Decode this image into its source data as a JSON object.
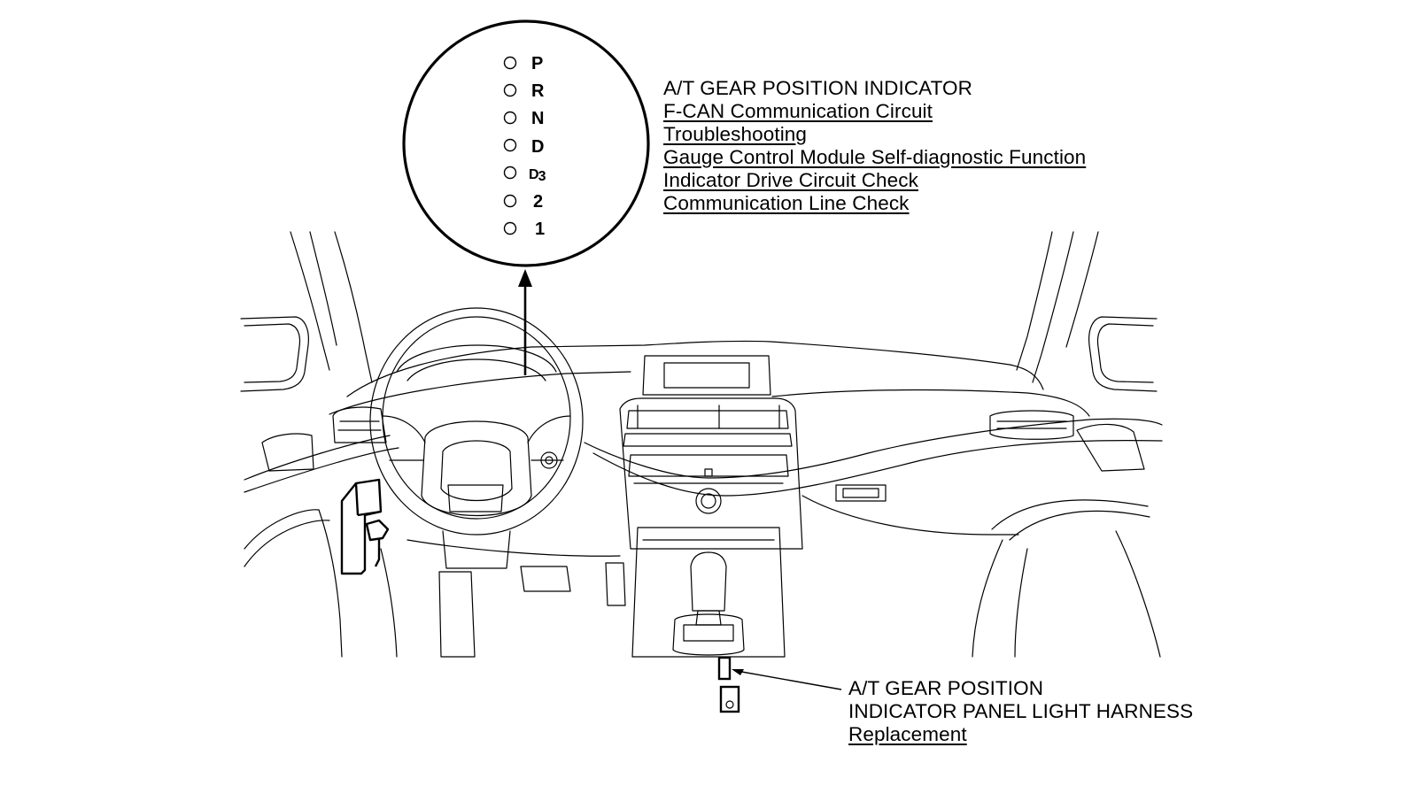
{
  "indicator_callout": {
    "title": "A/T GEAR POSITION INDICATOR",
    "links": [
      "F-CAN Communication Circuit ",
      "Troubleshooting",
      "Gauge Control Module Self-diagnostic Function",
      "Indicator Drive Circuit Check",
      "Communication Line Check"
    ]
  },
  "gear_indicator": {
    "positions": [
      "P",
      "R",
      "N",
      "D",
      "D",
      "2",
      "1"
    ],
    "d3_subscript": "3"
  },
  "harness_callout": {
    "line1": "A/T GEAR POSITION",
    "line2": "INDICATOR PANEL LIGHT HARNESS",
    "link": "Replacement"
  }
}
